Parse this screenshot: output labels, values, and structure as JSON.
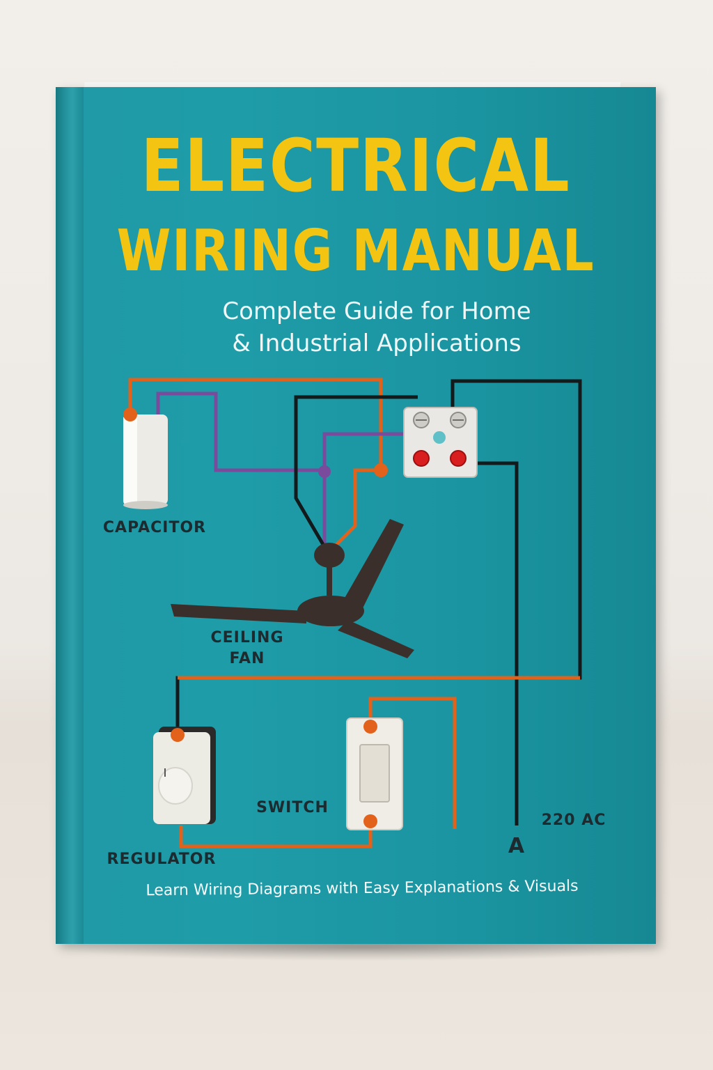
{
  "book": {
    "title_line1": "ELECTRICAL",
    "title_line2": "WIRING MANUAL",
    "subtitle_line1": "Complete Guide for Home",
    "subtitle_line2": "& Industrial Applications",
    "tagline": "Learn Wiring Diagrams with Easy Explanations & Visuals"
  },
  "labels": {
    "capacitor": "CAPACITOR",
    "ceiling_fan_line1": "CEILING",
    "ceiling_fan_line2": "FAN",
    "switch": "SWITCH",
    "regulator": "REGULATOR",
    "supply": "220 AC",
    "terminal": "A"
  },
  "colors": {
    "cover": "#1e9ca8",
    "title": "#f3c411",
    "wire_orange": "#e2621b",
    "wire_purple": "#7a4a9c",
    "wire_black": "#121a1c"
  },
  "icons": [
    "capacitor-icon",
    "connector-block-icon",
    "ceiling-fan-icon",
    "regulator-icon",
    "switch-icon"
  ]
}
